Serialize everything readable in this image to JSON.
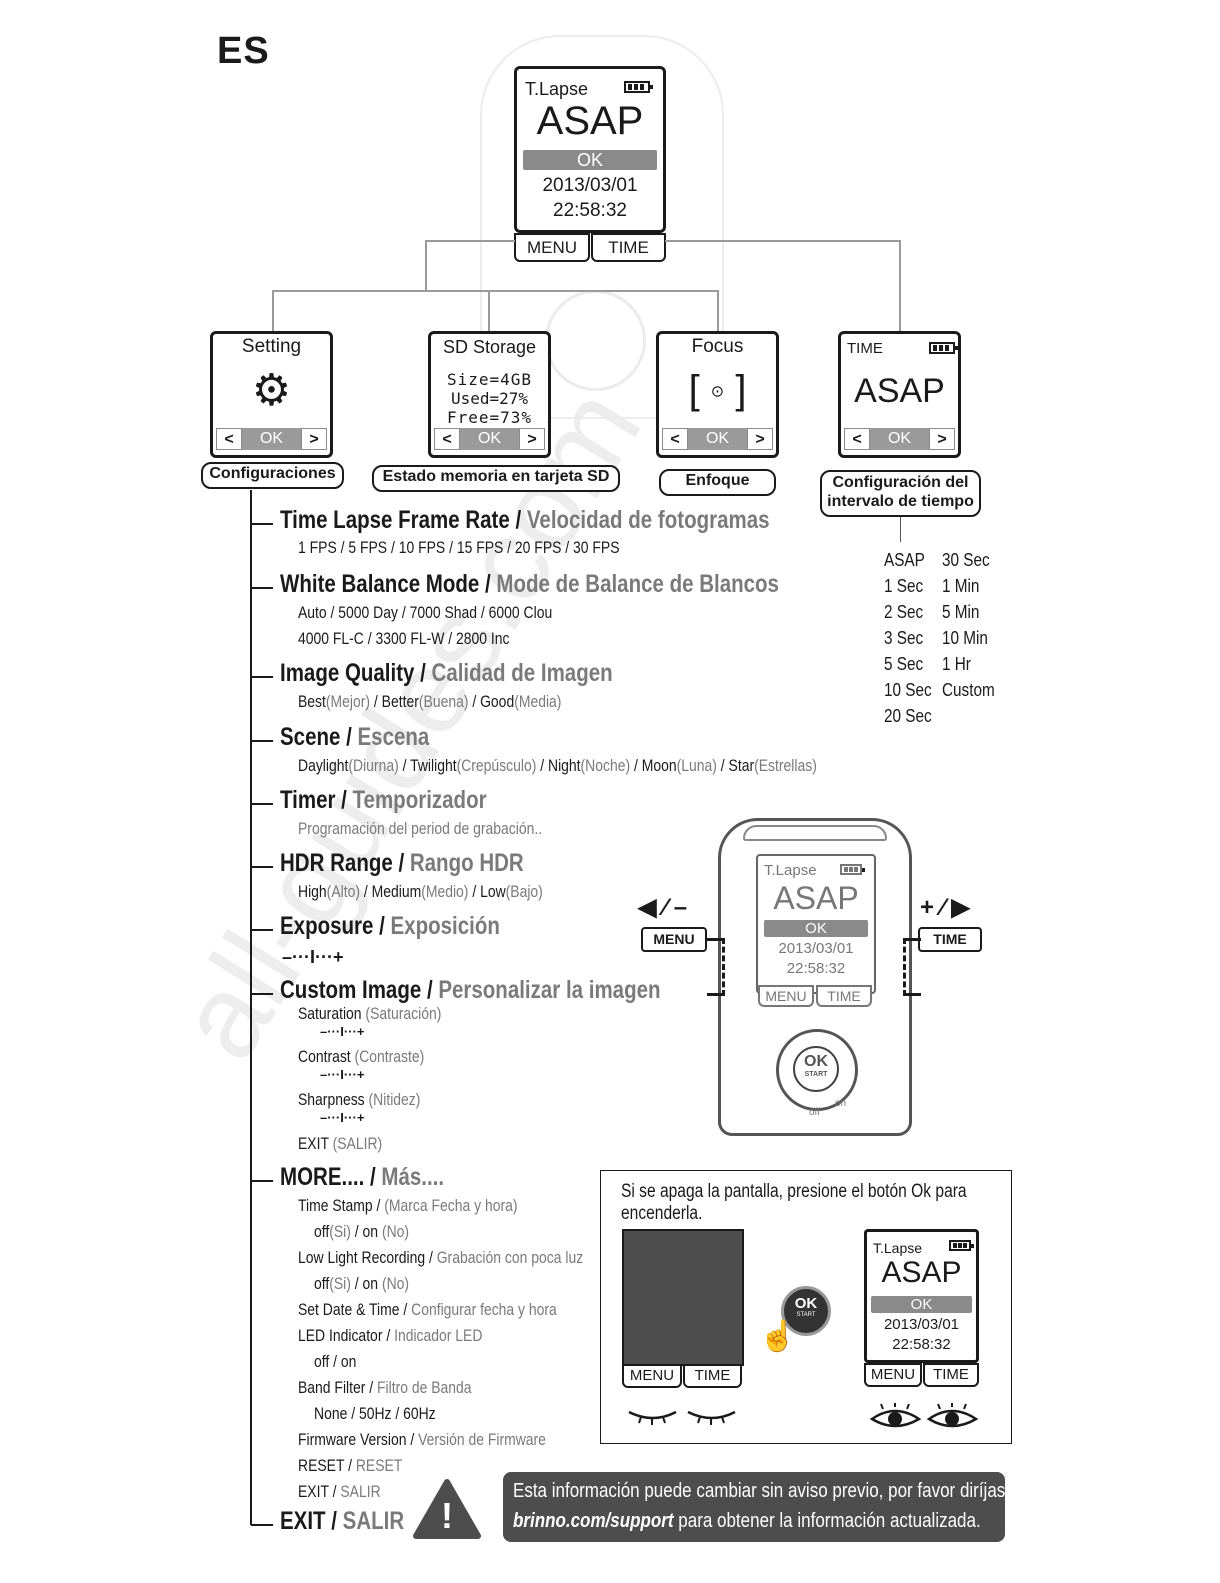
{
  "language": "ES",
  "main_screen": {
    "mode": "T.Lapse",
    "interval": "ASAP",
    "ok": "OK",
    "date": "2013/03/01",
    "time": "22:58:32",
    "menu_btn": "MENU",
    "time_btn": "TIME"
  },
  "panels": {
    "setting": {
      "title": "Setting",
      "ok": "OK",
      "tag": "Configuraciones"
    },
    "sd": {
      "title": "SD Storage",
      "size": "Size=4GB",
      "used": "Used=27%",
      "free": "Free=73%",
      "ok": "OK",
      "tag": "Estado memoria en tarjeta SD"
    },
    "focus": {
      "title": "Focus",
      "ok": "OK",
      "tag": "Enfoque"
    },
    "time": {
      "title": "TIME",
      "value": "ASAP",
      "ok": "OK",
      "tag_line1": "Configuración del",
      "tag_line2": "intervalo de tiempo"
    }
  },
  "intervals_left": [
    "ASAP",
    "1 Sec",
    "2 Sec",
    "3 Sec",
    "5 Sec",
    "10 Sec",
    "20 Sec"
  ],
  "intervals_right": [
    "30 Sec",
    "1 Min",
    "5 Min",
    "10 Min",
    "1 Hr",
    "Custom"
  ],
  "menu": {
    "frame_rate": {
      "en": "Time Lapse Frame Rate / ",
      "es": "Velocidad de fotogramas",
      "opts": "1 FPS / 5 FPS / 10 FPS / 15 FPS / 20 FPS / 30 FPS"
    },
    "wb": {
      "en": "White Balance Mode / ",
      "es": "Mode de Balance de Blancos",
      "opts1": "Auto / 5000 Day /  7000 Shad /  6000 Clou",
      "opts2": "4000 FL-C /  3300 FL-W /  2800 Inc"
    },
    "quality": {
      "en": "Image Quality / ",
      "es": "Calidad de Imagen",
      "o1": "Best",
      "o1es": "(Mejor)",
      "o2": " / Better",
      "o2es": "(Buena)",
      "o3": " / Good",
      "o3es": "(Media)"
    },
    "scene": {
      "en": "Scene / ",
      "es": "Escena",
      "o1": "Daylight",
      "o1es": "(Diurna)",
      "o2": " / Twilight",
      "o2es": "(Crepúsculo)",
      "o3": " / Night",
      "o3es": "(Noche)",
      "o4": " / Moon",
      "o4es": "(Luna)",
      "o5": " / Star",
      "o5es": "(Estrellas)"
    },
    "timer": {
      "en": "Timer / ",
      "es": "Temporizador",
      "desc": "Programación del period de grabación.."
    },
    "hdr": {
      "en": "HDR Range / ",
      "es": "Rango HDR",
      "o1": "High",
      "o1es": "(Alto)",
      "o2": " / Medium",
      "o2es": "(Medio)",
      "o3": " / Low",
      "o3es": "(Bajo)"
    },
    "exposure": {
      "en": "Exposure / ",
      "es": "Exposición",
      "scale": "–···I···+"
    },
    "custom": {
      "en": "Custom Image / ",
      "es": "Personalizar la imagen",
      "sat": "Saturation",
      "sat_es": " (Saturación)",
      "con": "Contrast",
      "con_es": " (Contraste)",
      "sha": "Sharpness",
      "sha_es": " (Nitidez)",
      "exit": "EXIT",
      "exit_es": " (SALIR)",
      "scale": "–···I···+"
    },
    "more": {
      "en": "MORE.... / ",
      "es": "Más....",
      "ts": "Time Stamp / ",
      "ts_es": "(Marca Fecha y hora)",
      "ts_o1": "off",
      "ts_o1es": "(Si)",
      "ts_o2": " / on ",
      "ts_o2es": "(No)",
      "ll": "Low Light Recording / ",
      "ll_es": "Grabación con poca luz",
      "ll_o1": "off",
      "ll_o1es": "(Si)",
      "ll_o2": " / on ",
      "ll_o2es": "(No)",
      "sd": "Set Date & Time / ",
      "sd_es": "Configurar fecha y hora",
      "led": "LED Indicator / ",
      "led_es": "Indicador LED",
      "led_o": "off / on",
      "band": "Band Filter / ",
      "band_es": "Filtro de Banda",
      "band_o": "None  / 50Hz / 60Hz",
      "fw": "Firmware Version / ",
      "fw_es": "Versión de Firmware",
      "reset": "RESET / ",
      "reset_es": "RESET",
      "exit": "EXIT / ",
      "exit_es": "SALIR"
    },
    "exit": {
      "en": "EXIT / ",
      "es": "SALIR"
    }
  },
  "device": {
    "mode": "T.Lapse",
    "interval": "ASAP",
    "ok": "OK",
    "date": "2013/03/01",
    "time": "22:58:32",
    "menu_btn": "MENU",
    "time_btn": "TIME",
    "menu_label": "MENU",
    "time_label": "TIME",
    "ok_btn": "OK",
    "start": "START",
    "off": "off",
    "on": "on"
  },
  "info": {
    "line1": "Si se apaga la pantalla, presione el botón Ok para",
    "line2": "encenderla.",
    "menu_btn": "MENU",
    "time_btn": "TIME",
    "ok_btn": "OK",
    "start": "START",
    "screen": {
      "mode": "T.Lapse",
      "interval": "ASAP",
      "ok": "OK",
      "date": "2013/03/01",
      "time": "22:58:32",
      "menu_btn": "MENU",
      "time_btn": "TIME"
    }
  },
  "warning": {
    "line1": "Esta información puede cambiar sin aviso previo, por favor diríjase  a",
    "link": "brinno.com/support",
    "line2": " para obtener la información actualizada.",
    "icon": "!"
  },
  "watermark": "all-guides.com"
}
